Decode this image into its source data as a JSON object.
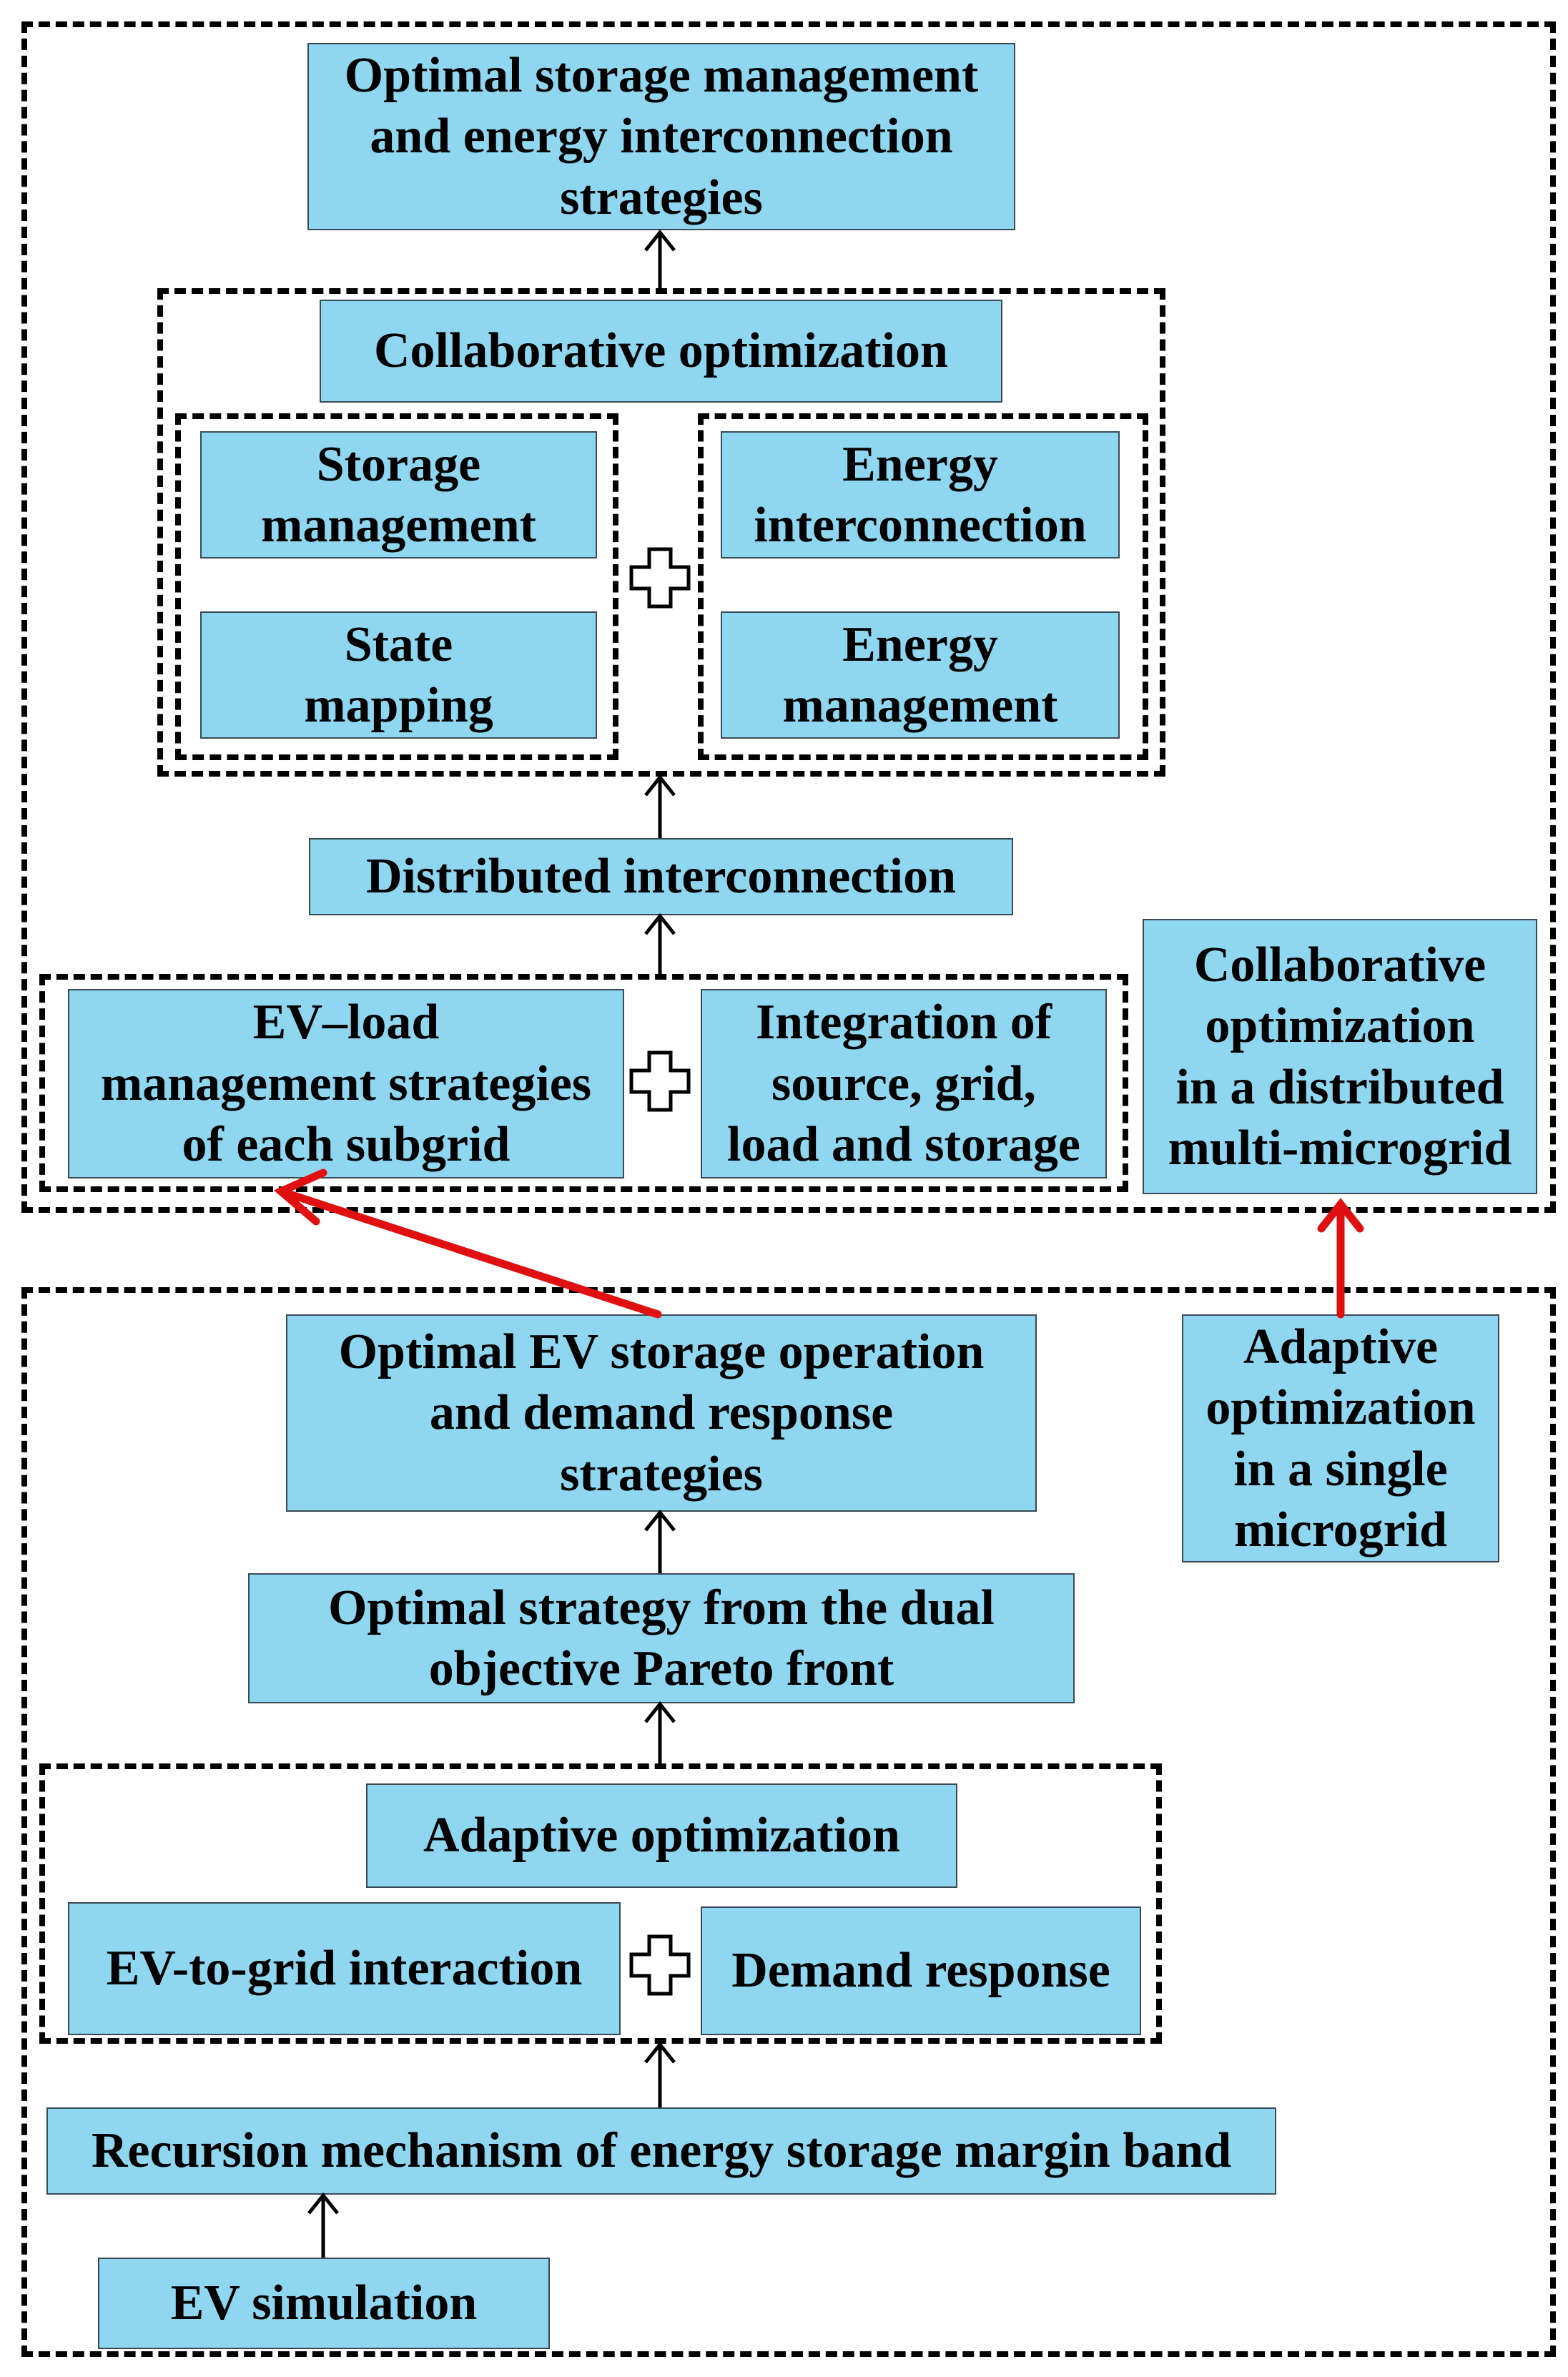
{
  "diagram": {
    "top_section": {
      "output": "Optimal storage management\nand energy interconnection\nstrategies",
      "collaborative_optimization": "Collaborative optimization",
      "storage_management": "Storage\nmanagement",
      "state_mapping": "State\nmapping",
      "energy_interconnection": "Energy\ninterconnection",
      "energy_management": "Energy\nmanagement",
      "distributed_interconnection": "Distributed interconnection",
      "ev_load_management": "EV–load\nmanagement strategies\nof each subgrid",
      "integration": "Integration of\nsource, grid,\nload and storage",
      "side_label": "Collaborative\noptimization\nin a distributed\nmulti-microgrid"
    },
    "bottom_section": {
      "output": "Optimal EV storage operation\nand demand response\nstrategies",
      "pareto": "Optimal strategy from the dual\nobjective Pareto front",
      "adaptive_optimization": "Adaptive optimization",
      "ev_to_grid": "EV-to-grid interaction",
      "demand_response": "Demand response",
      "recursion": "Recursion mechanism of energy storage margin band",
      "ev_simulation": "EV simulation",
      "side_label": "Adaptive\noptimization\nin a single\nmicrogrid"
    },
    "colors": {
      "box_fill": "#8fd7f0",
      "highlight_arrow": "#e01010"
    }
  }
}
